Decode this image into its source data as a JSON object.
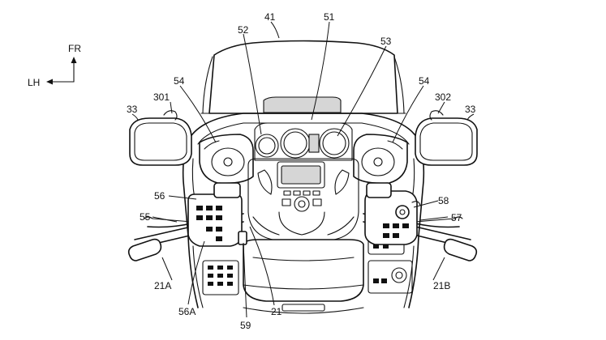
{
  "orientation": {
    "forward": "FR",
    "left": "LH"
  },
  "reference_numerals": {
    "windscreen": "41",
    "center_cover": "51",
    "meter_left": "52",
    "meter_right": "53",
    "speaker_left": "54",
    "speaker_right": "54",
    "mirror_left": "33",
    "mirror_right": "33",
    "mirror_stay_left": "301",
    "mirror_stay_right": "302",
    "switch_box_left": "56",
    "lever_left": "55",
    "switch_box_right": "58",
    "lever_right": "57",
    "grip_left": "21A",
    "grip_right": "21B",
    "switch_cluster_left": "56A",
    "handlebar": "21",
    "tank_switch": "59"
  },
  "colors": {
    "line": "#111111",
    "background": "#ffffff"
  }
}
